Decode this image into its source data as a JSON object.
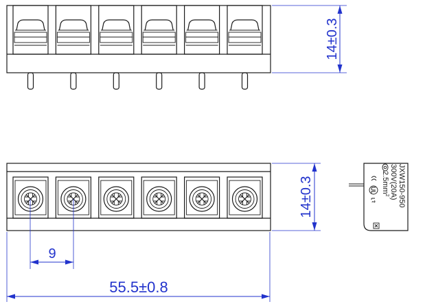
{
  "dimensions": {
    "top_height": "14±0.3",
    "front_height": "14±0.3",
    "pitch": "9",
    "total_width": "55.5±0.8"
  },
  "label": {
    "model": "JXW150-950",
    "rating": "300V(20A)",
    "wire": "2.5mm",
    "wire_sup": "2"
  },
  "colors": {
    "dimension": "#2233cc",
    "outline": "#1a1a1a"
  }
}
